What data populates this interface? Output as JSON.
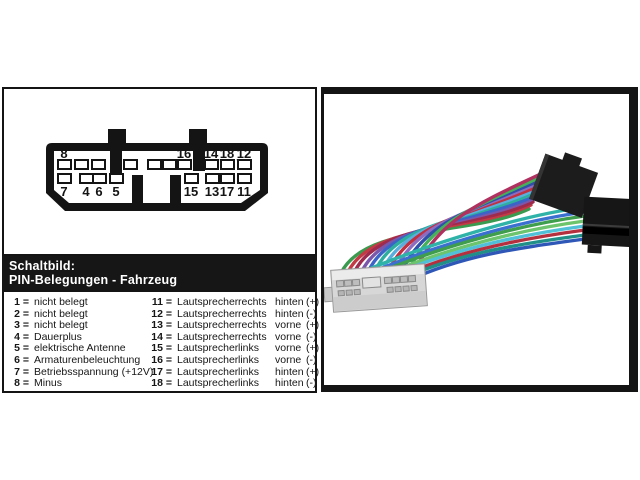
{
  "schematic": {
    "header": {
      "line1": "Schaltbild:",
      "line2": "PIN-Belegungen - Fahrzeug"
    },
    "connector": {
      "top_labels": [
        "8",
        "16",
        "14",
        "18",
        "12"
      ],
      "bottom_labels": [
        "7",
        "4",
        "6",
        "5",
        "15",
        "13",
        "17",
        "11"
      ]
    },
    "legend_left": [
      {
        "pin_eq": "1 =",
        "desc": "nicht belegt"
      },
      {
        "pin_eq": "2 =",
        "desc": "nicht belegt"
      },
      {
        "pin_eq": "3 =",
        "desc": "nicht belegt"
      },
      {
        "pin_eq": "4 =",
        "desc": "Dauerplus"
      },
      {
        "pin_eq": "5 =",
        "desc": "elektrische Antenne"
      },
      {
        "pin_eq": "6 =",
        "desc": "Armaturenbeleuchtung"
      },
      {
        "pin_eq": "7 =",
        "desc": "Betriebsspannung (+12V)"
      },
      {
        "pin_eq": "8 =",
        "desc": "Minus"
      }
    ],
    "legend_right": [
      {
        "pin_eq": "11 =",
        "device": "Lautsprecher",
        "side": "rechts",
        "position": "hinten",
        "polarity": "(+)"
      },
      {
        "pin_eq": "12 =",
        "device": "Lautsprecher",
        "side": "rechts",
        "position": "hinten",
        "polarity": "(-)"
      },
      {
        "pin_eq": "13 =",
        "device": "Lautsprecher",
        "side": "rechts",
        "position": "vorne",
        "polarity": "(+)"
      },
      {
        "pin_eq": "14 =",
        "device": "Lautsprecher",
        "side": "rechts",
        "position": "vorne",
        "polarity": "(-)"
      },
      {
        "pin_eq": "15 =",
        "device": "Lautsprecher",
        "side": "links",
        "position": "vorne",
        "polarity": "(+)"
      },
      {
        "pin_eq": "16 =",
        "device": "Lautsprecher",
        "side": "links",
        "position": "vorne",
        "polarity": "(-)"
      },
      {
        "pin_eq": "17 =",
        "device": "Lautsprecher",
        "side": "links",
        "position": "hinten",
        "polarity": "(+)"
      },
      {
        "pin_eq": "18 =",
        "device": "Lautsprecher",
        "side": "links",
        "position": "hinten",
        "polarity": "(-)"
      }
    ],
    "diagram_outline_color": "#141414"
  },
  "photo": {
    "frame_color": "#141414",
    "iso_connector_color": "#1c1c1c",
    "iso_connector2_color": "#161616",
    "vehicle_connector_color": "#d7d7d7",
    "bundle1_colors": [
      "#3a9a4e",
      "#c23b44",
      "#9e2a4e",
      "#7a57ab",
      "#3c63c8",
      "#2fae9f",
      "#5aaede",
      "#c03040",
      "#8d6cc0",
      "#2f4fa8",
      "#46b05a",
      "#b03060"
    ],
    "bundle2_colors": [
      "#2fb3a8",
      "#3b6fd0",
      "#3f9e4e",
      "#6cc46c",
      "#4fc0d8",
      "#b5303f",
      "#1f8f88",
      "#2f57b8"
    ]
  }
}
